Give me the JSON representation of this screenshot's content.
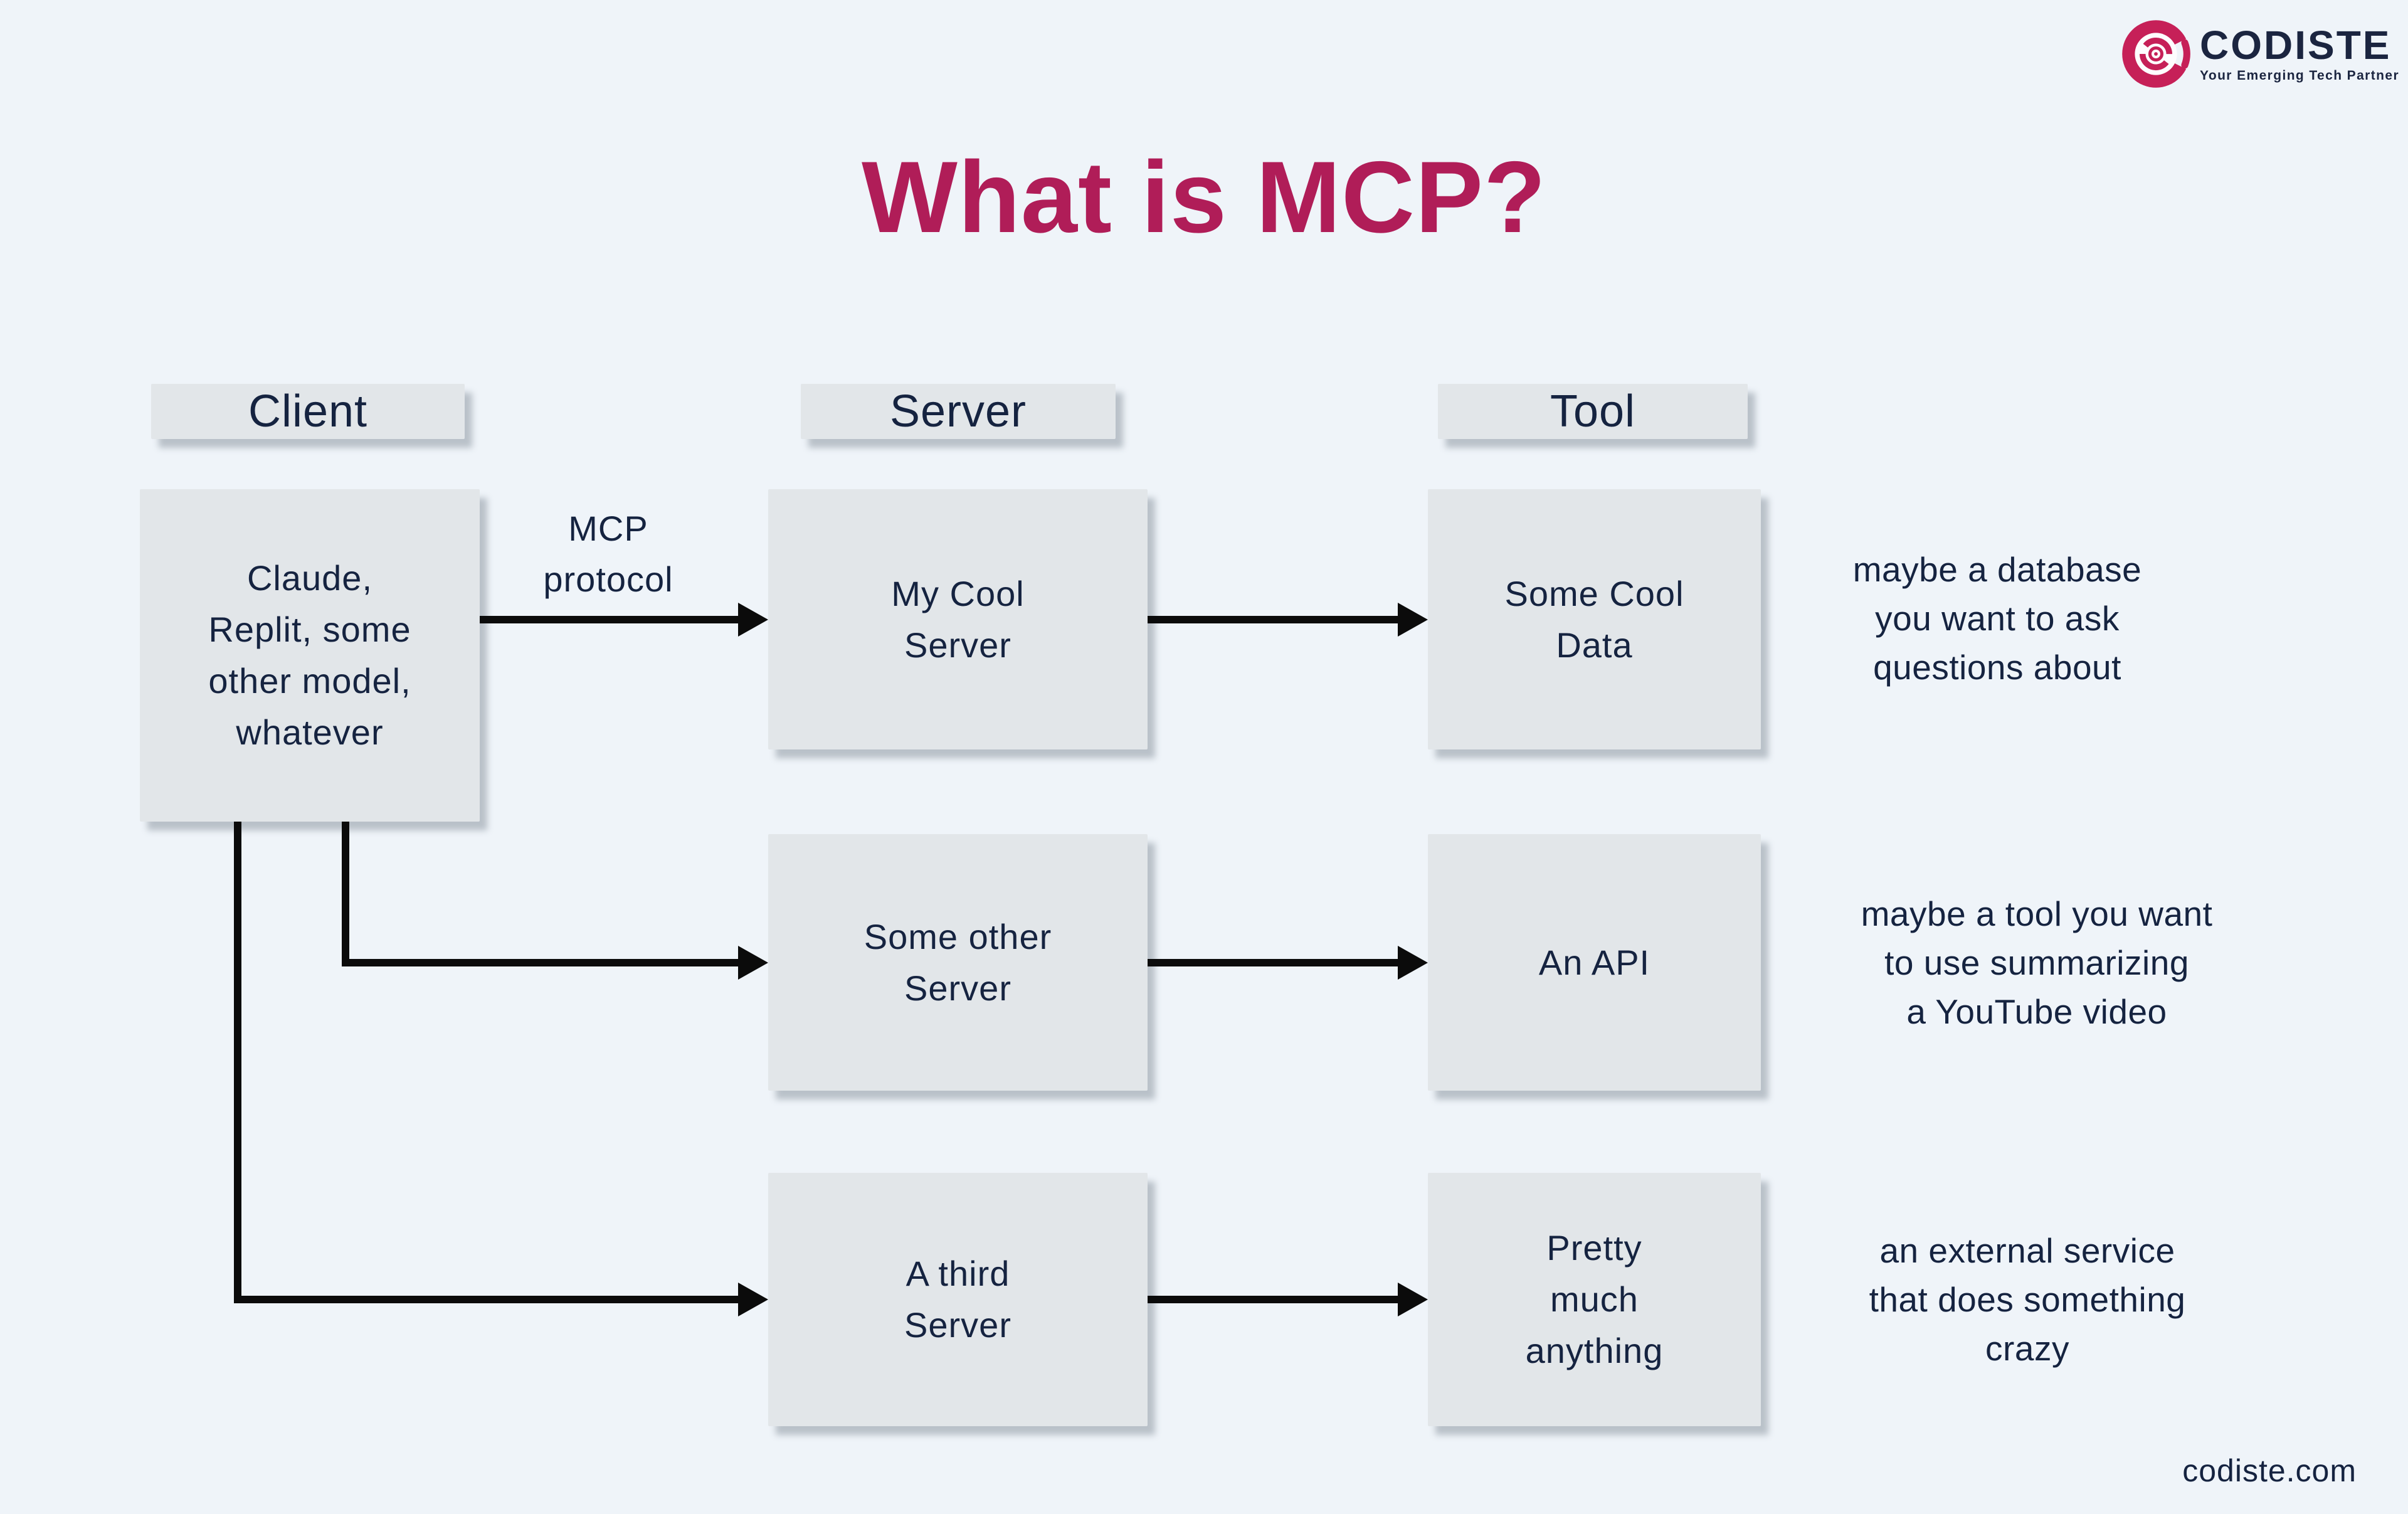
{
  "title": "What is MCP?",
  "footer": "codiste.com",
  "logo": {
    "name": "CODISTE",
    "tagline": "Your Emerging Tech Partner"
  },
  "headers": {
    "client": "Client",
    "server": "Server",
    "tool": "Tool"
  },
  "client_box": "Claude,\nReplit, some\nother model,\nwhatever",
  "mcp_arrow_label": "MCP\nprotocol",
  "rows": [
    {
      "server": "My Cool\nServer",
      "tool": "Some Cool\nData",
      "note": "maybe a database\nyou want to ask\nquestions about"
    },
    {
      "server": "Some other\nServer",
      "tool": "An API",
      "note": "maybe a tool you want\nto use summarizing\na YouTube video"
    },
    {
      "server": "A third\nServer",
      "tool": "Pretty\nmuch\nanything",
      "note": "an external service\nthat does something\ncrazy"
    }
  ],
  "palette": {
    "background": "#eff4f9",
    "box_fill": "#e2e6e9",
    "text_navy": "#152340",
    "title_crimson": "#b01d58",
    "logo_pink": "#c62058",
    "arrow_black": "#0b0b0b"
  }
}
